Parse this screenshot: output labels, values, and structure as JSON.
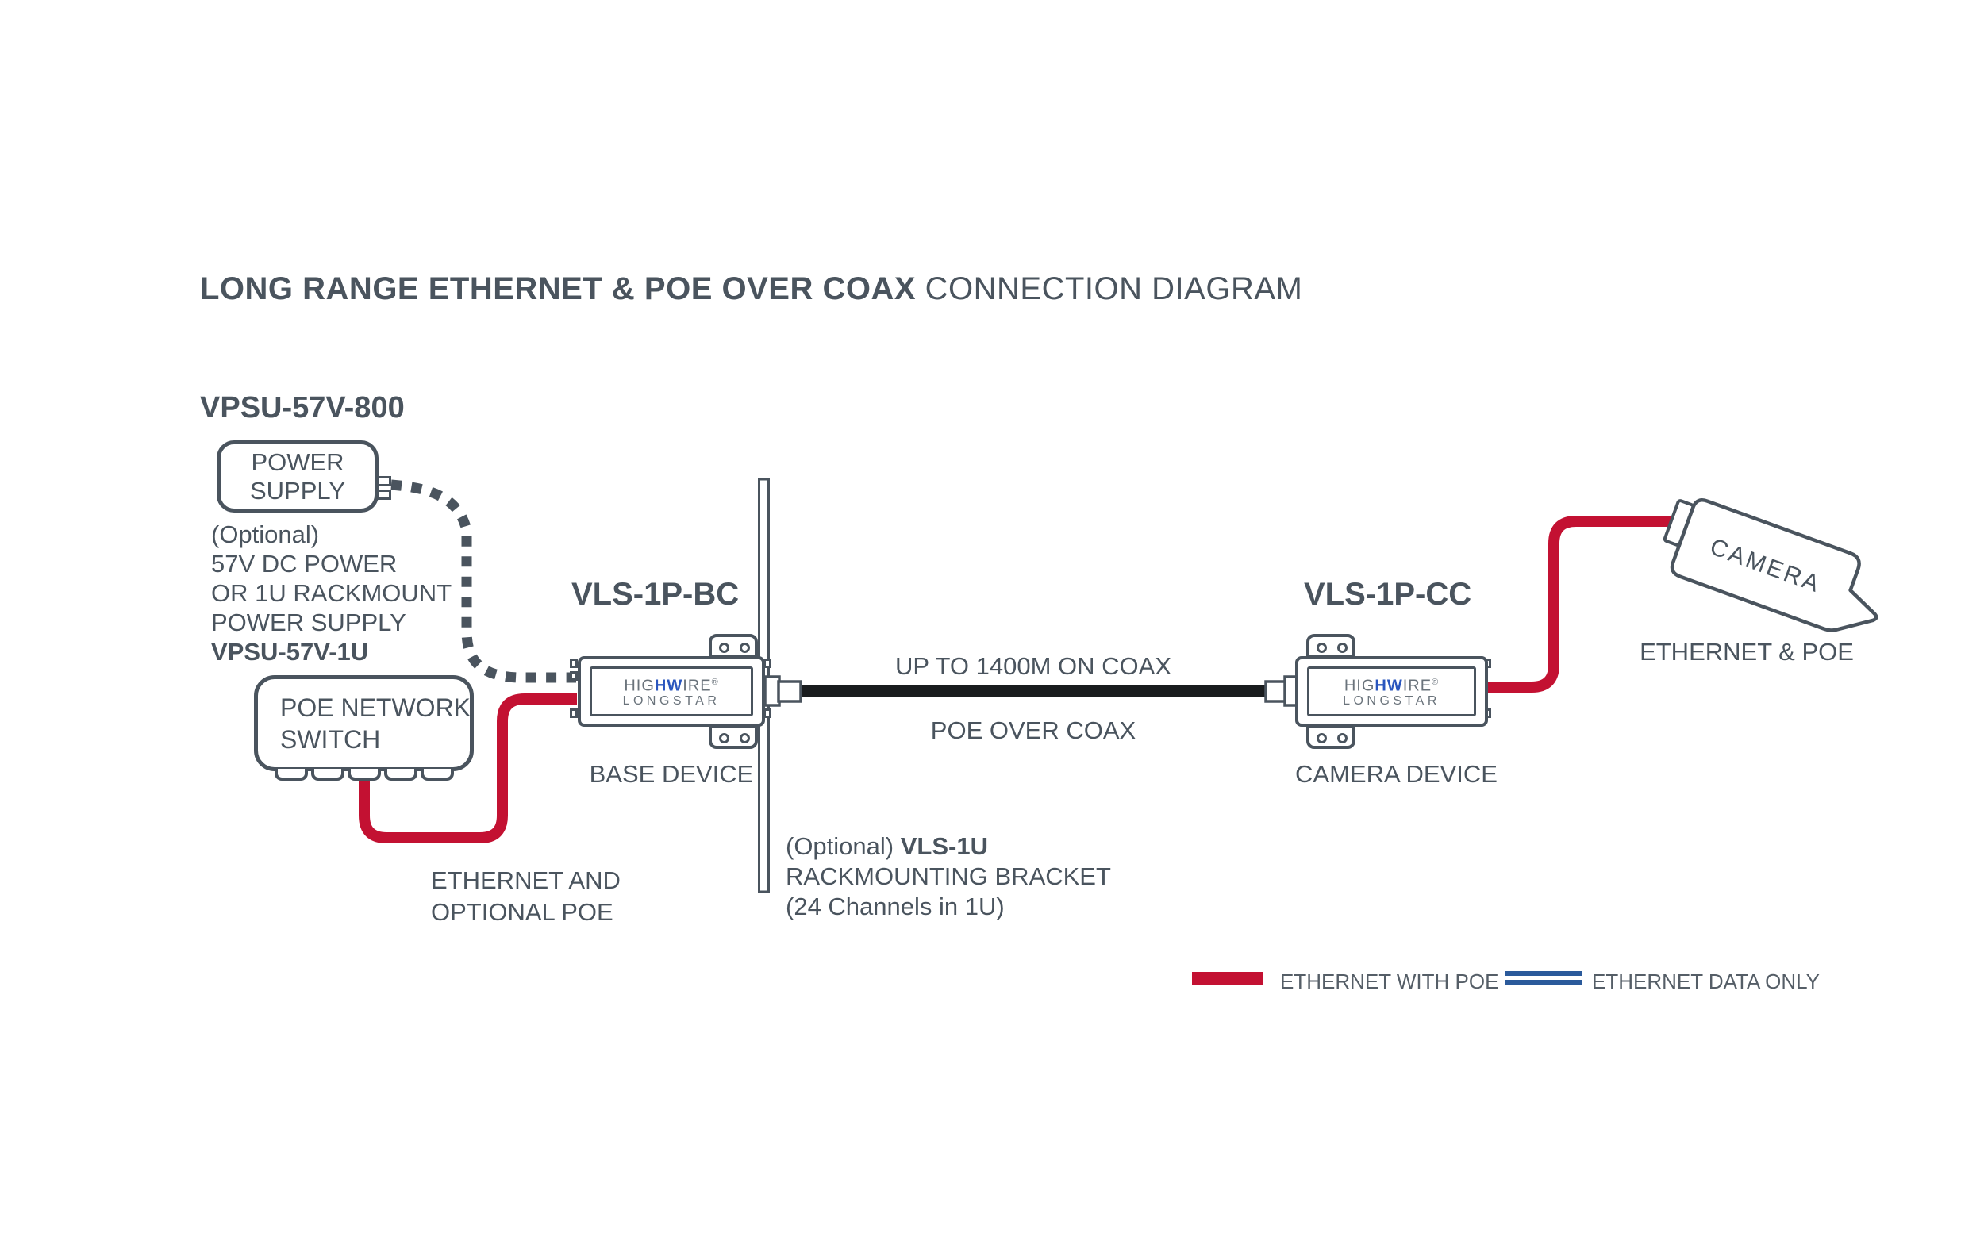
{
  "title": {
    "bold": "LONG RANGE ETHERNET & POE OVER COAX",
    "regular": " CONNECTION DIAGRAM"
  },
  "power_supply": {
    "model": "VPSU-57V-800",
    "box": [
      "POWER",
      "SUPPLY"
    ],
    "caption": [
      "(Optional)",
      "57V DC POWER",
      "OR 1U RACKMOUNT",
      "POWER SUPPLY"
    ],
    "caption_model": "VPSU-57V-1U"
  },
  "poe_switch": {
    "lines": [
      "POE NETWORK",
      "SWITCH"
    ]
  },
  "switch_cable_label": [
    "ETHERNET AND",
    "OPTIONAL POE"
  ],
  "base_device": {
    "model": "VLS-1P-BC",
    "label": "BASE DEVICE"
  },
  "camera_device": {
    "model": "VLS-1P-CC",
    "label": "CAMERA DEVICE"
  },
  "brand": {
    "p1": "HIG",
    "p2": "HW",
    "p3": "IRE",
    "reg": "®",
    "line2": "LONGSTAR"
  },
  "coax": {
    "top_label": "UP TO 1400M ON COAX",
    "bottom_label": "POE OVER COAX"
  },
  "bracket": {
    "optional": "(Optional) ",
    "model": "VLS-1U",
    "line2": "RACKMOUNTING BRACKET",
    "line3": "(24 Channels in 1U)"
  },
  "camera": {
    "label": "CAMERA",
    "caption": "ETHERNET & POE"
  },
  "legend": {
    "poe_label": "ETHERNET WITH POE",
    "data_label": "ETHERNET DATA ONLY"
  },
  "colors": {
    "ink": "#4A545E",
    "logo_gray": "#6A737B",
    "red": "#C31132",
    "legend_blue": "#2B5A9B",
    "logo_blue": "#2A56BE",
    "coax_black": "#191C1E"
  }
}
